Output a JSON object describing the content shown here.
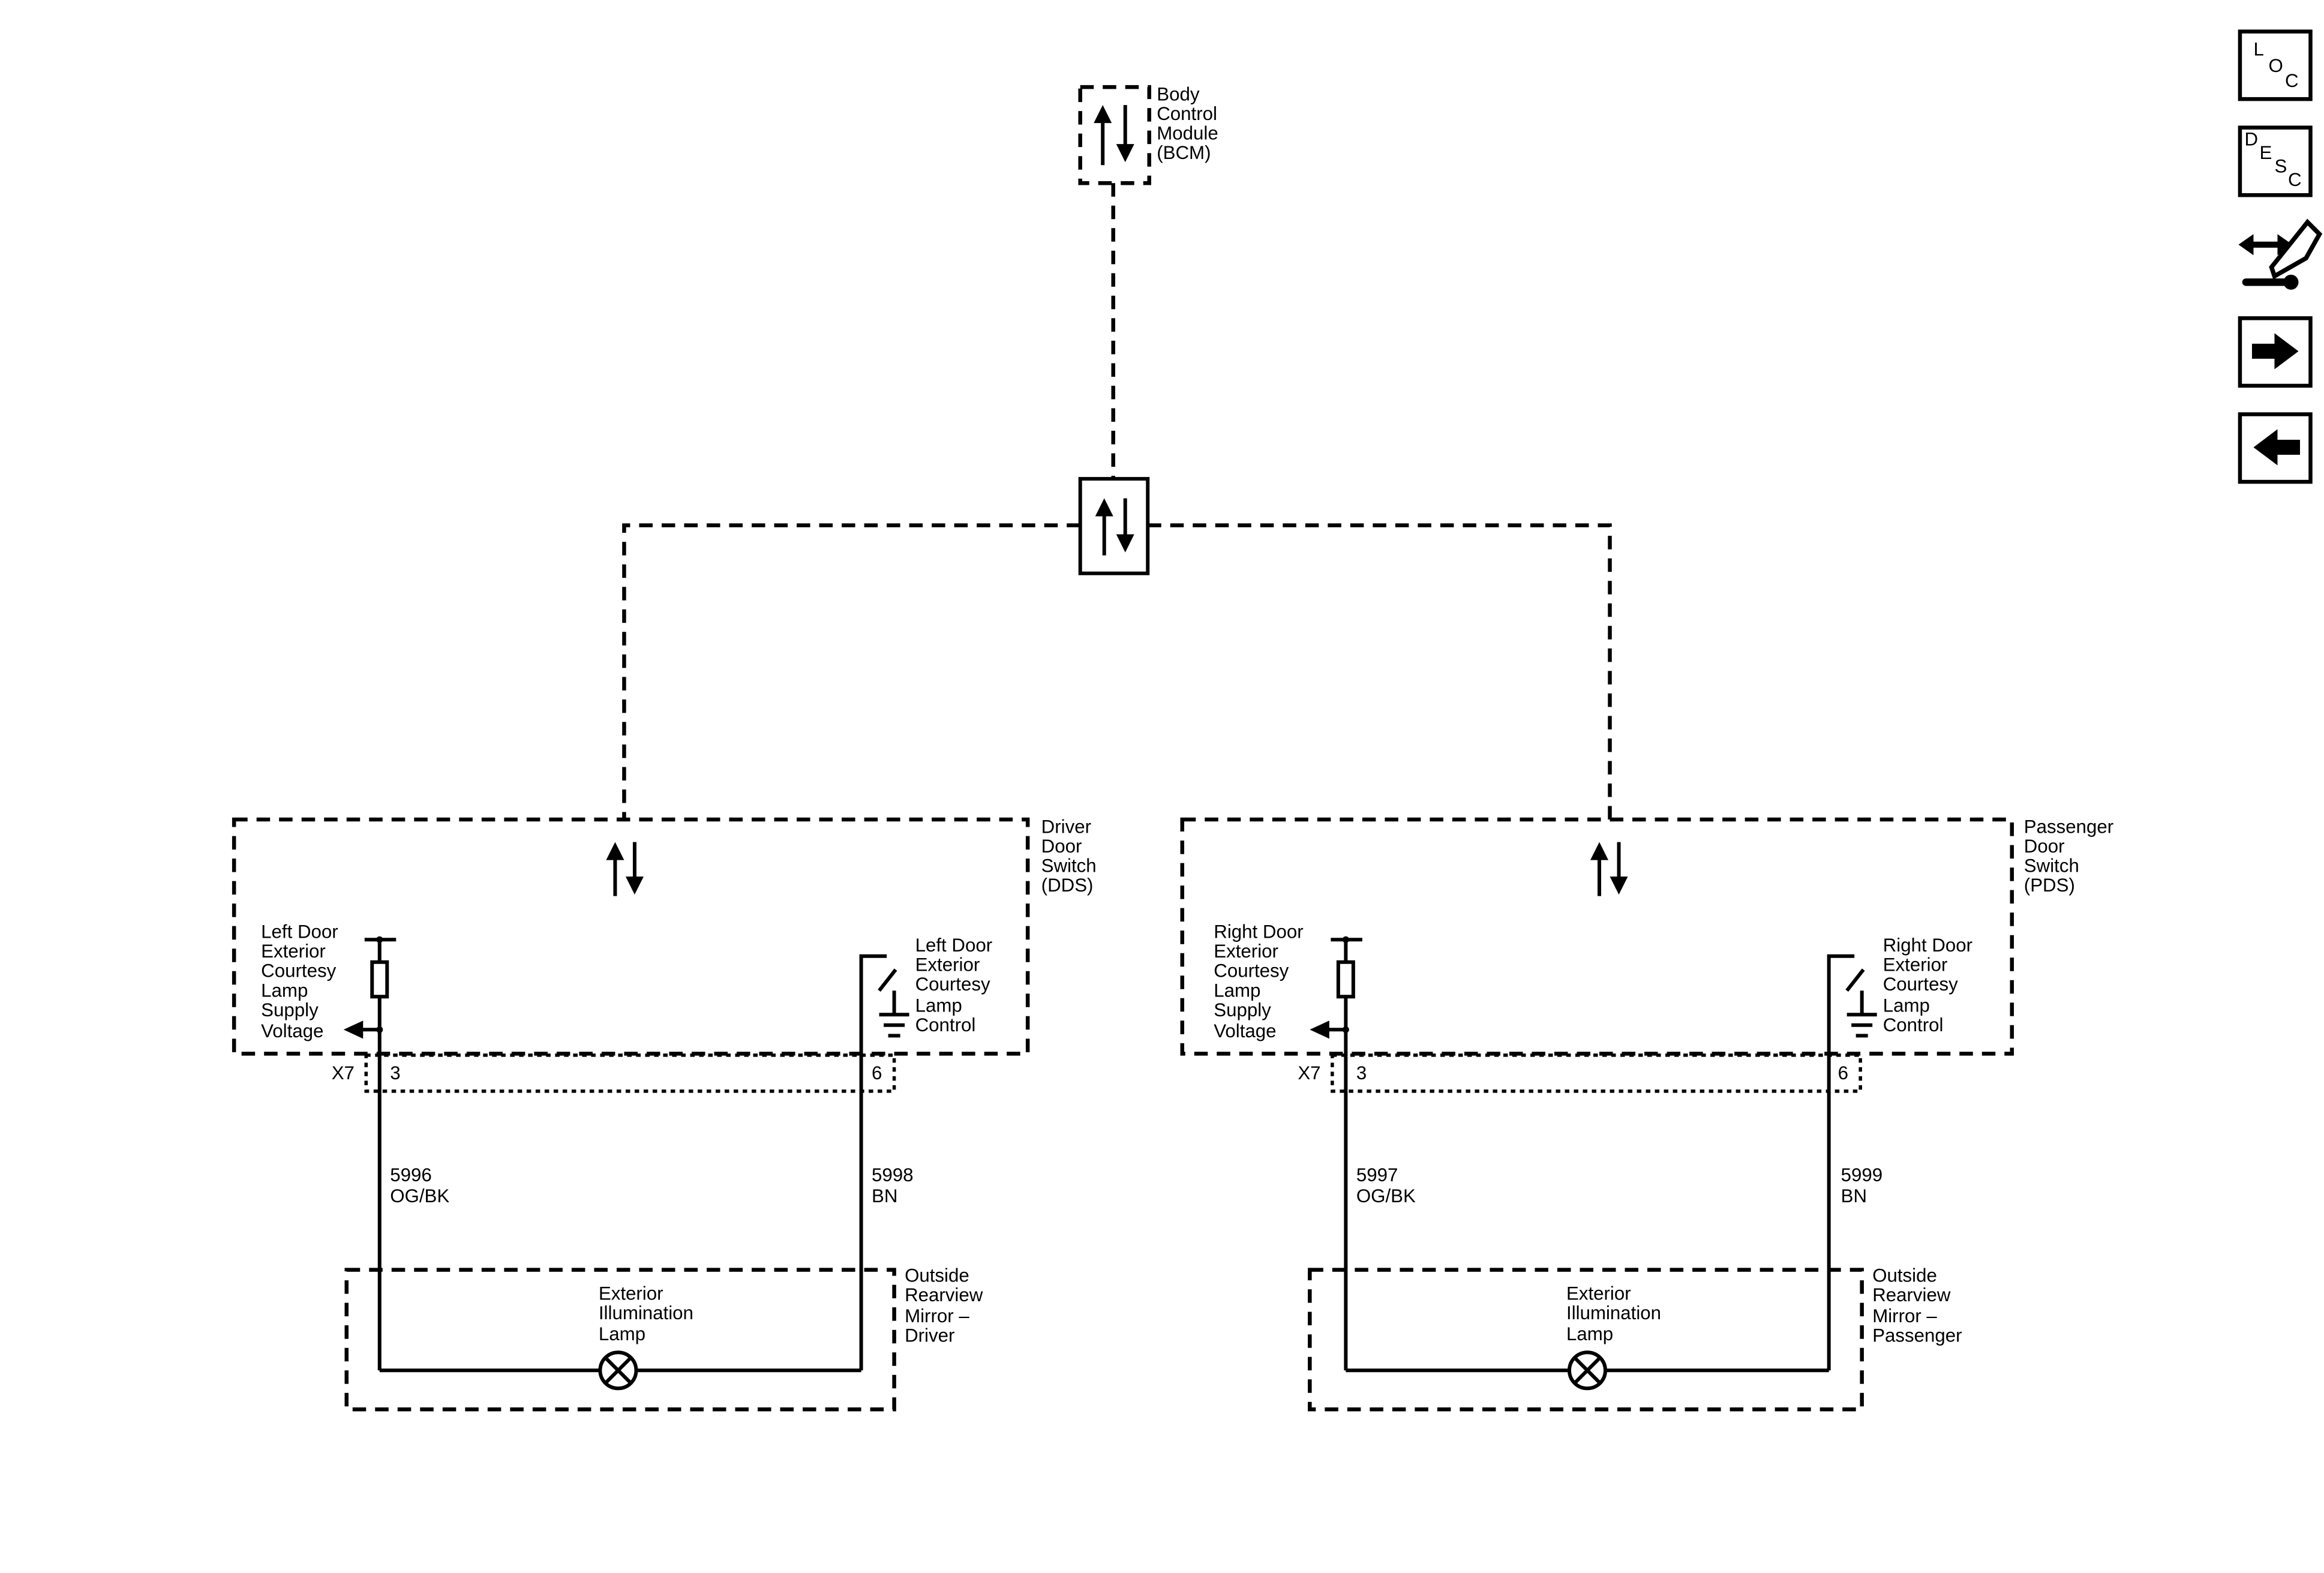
{
  "modules": {
    "bcm": [
      "Body",
      "Control",
      "Module",
      "(BCM)"
    ],
    "dds": [
      "Driver",
      "Door",
      "Switch",
      "(DDS)"
    ],
    "pds": [
      "Passenger",
      "Door",
      "Switch",
      "(PDS)"
    ],
    "mirror_driver": [
      "Outside",
      "Rearview",
      "Mirror –",
      "Driver"
    ],
    "mirror_passenger": [
      "Outside",
      "Rearview",
      "Mirror –",
      "Passenger"
    ]
  },
  "circuits": {
    "left_supply": [
      "Left Door",
      "Exterior",
      "Courtesy",
      "Lamp",
      "Supply",
      "Voltage"
    ],
    "left_control": [
      "Left Door",
      "Exterior",
      "Courtesy",
      "Lamp",
      "Control"
    ],
    "right_supply": [
      "Right Door",
      "Exterior",
      "Courtesy",
      "Lamp",
      "Supply",
      "Voltage"
    ],
    "right_control": [
      "Right Door",
      "Exterior",
      "Courtesy",
      "Lamp",
      "Control"
    ]
  },
  "lamps": {
    "left": [
      "Exterior",
      "Illumination",
      "Lamp"
    ],
    "right": [
      "Exterior",
      "Illumination",
      "Lamp"
    ]
  },
  "connectors": {
    "left": {
      "name": "X7",
      "pin_supply": "3",
      "pin_control": "6"
    },
    "right": {
      "name": "X7",
      "pin_supply": "3",
      "pin_control": "6"
    }
  },
  "wires": {
    "left_supply": {
      "circuit": "5996",
      "color": "OG/BK"
    },
    "left_control": {
      "circuit": "5998",
      "color": "BN"
    },
    "right_supply": {
      "circuit": "5997",
      "color": "OG/BK"
    },
    "right_control": {
      "circuit": "5999",
      "color": "BN"
    }
  },
  "sidebar": {
    "loc": {
      "icon": "location-icon",
      "letters": [
        "L",
        "O",
        "C"
      ]
    },
    "desc": {
      "icon": "description-icon",
      "letters": [
        "D",
        "E",
        "S",
        "C"
      ]
    },
    "diag": {
      "icon": "diagnostic-icon"
    },
    "next": {
      "icon": "arrow-right-icon"
    },
    "prev": {
      "icon": "arrow-left-icon"
    }
  }
}
